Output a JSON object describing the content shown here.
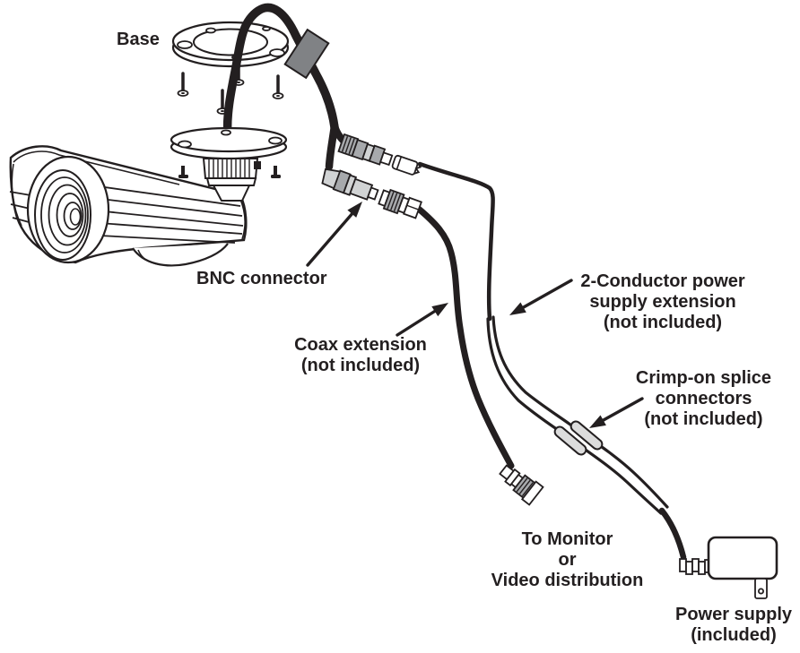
{
  "diagram": {
    "colors": {
      "ink": "#231f20",
      "paper": "#ffffff",
      "gray_sleeve": "#808285",
      "gray_connector": "#a7a9ac",
      "gray_light": "#d1d3d4",
      "gray_splice": "#dcdcdc"
    },
    "labels": {
      "base": "Base",
      "bnc": "BNC connector",
      "coax": {
        "l1": "Coax extension",
        "l2": "(not included)"
      },
      "power_ext": {
        "l1": "2-Conductor power",
        "l2": "supply extension",
        "l3": "(not included)"
      },
      "splice": {
        "l1": "Crimp-on splice",
        "l2": "connectors",
        "l3": "(not included)"
      },
      "monitor": {
        "l1": "To Monitor",
        "l2": "or",
        "l3": "Video distribution"
      },
      "power_supply": {
        "l1": "Power supply",
        "l2": "(included)"
      }
    }
  }
}
